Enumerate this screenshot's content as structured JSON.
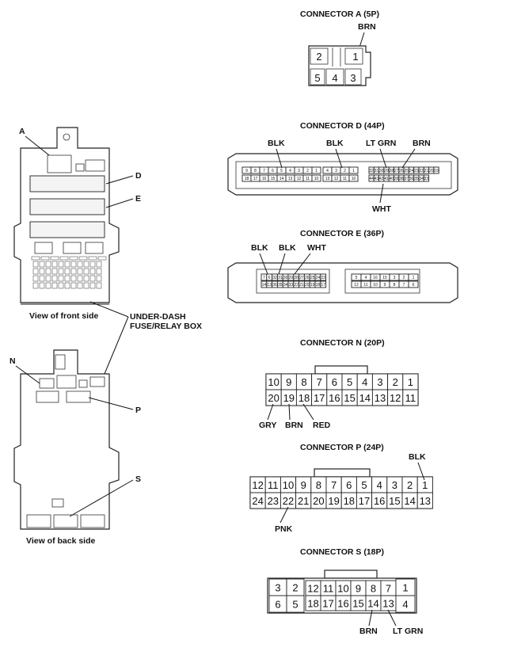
{
  "connector_a": {
    "title": "CONNECTOR A (5P)",
    "wire": "BRN",
    "pins": [
      "1",
      "2",
      "3",
      "4",
      "5"
    ]
  },
  "connector_d": {
    "title": "CONNECTOR D (44P)",
    "wires": {
      "blk1": "BLK",
      "blk2": "BLK",
      "ltgrn": "LT GRN",
      "brn": "BRN",
      "wht": "WHT"
    },
    "groups": [
      {
        "top": [
          "9",
          "8",
          "7",
          "6",
          "5",
          "4",
          "3",
          "2",
          "1"
        ],
        "bottom": [
          "18",
          "17",
          "16",
          "15",
          "14",
          "13",
          "12",
          "11",
          "10"
        ],
        "narrow": 3
      },
      {
        "top": [
          "4",
          "3",
          "2",
          "1"
        ],
        "bottom": [
          "13",
          "12",
          "11",
          "10"
        ],
        "narrow": 0
      },
      {
        "top": [
          "32",
          "31",
          "30",
          "29",
          "28",
          "27",
          "26",
          "25",
          "24",
          "23",
          "22",
          "21",
          "20",
          "19"
        ],
        "bottom": [
          "44",
          "43",
          "42",
          "41",
          "40",
          "39",
          "38",
          "37",
          "36",
          "35",
          "34",
          "33"
        ],
        "narrow": 0
      }
    ]
  },
  "connector_e": {
    "title": "CONNECTOR E (36P)",
    "wires": {
      "blk1": "BLK",
      "blk2": "BLK",
      "wht": "WHT"
    }
  },
  "connector_n": {
    "title": "CONNECTOR N (20P)",
    "top": [
      "10",
      "9",
      "8",
      "7",
      "6",
      "5",
      "4",
      "3",
      "2",
      "1"
    ],
    "bottom": [
      "20",
      "19",
      "18",
      "17",
      "16",
      "15",
      "14",
      "13",
      "12",
      "11"
    ],
    "wires": {
      "gry": "GRY",
      "brn": "BRN",
      "red": "RED"
    }
  },
  "connector_p": {
    "title": "CONNECTOR P (24P)",
    "top": [
      "12",
      "11",
      "10",
      "9",
      "8",
      "7",
      "6",
      "5",
      "4",
      "3",
      "2",
      "1"
    ],
    "bottom": [
      "24",
      "23",
      "22",
      "21",
      "20",
      "19",
      "18",
      "17",
      "16",
      "15",
      "14",
      "13"
    ],
    "wires": {
      "blk": "BLK",
      "pnk": "PNK"
    }
  },
  "connector_s": {
    "title": "CONNECTOR S (18P)",
    "left_top": [
      "3",
      "2"
    ],
    "left_bottom": [
      "6",
      "5"
    ],
    "mid_top": [
      "12",
      "11",
      "10",
      "9",
      "8",
      "7"
    ],
    "mid_bottom": [
      "18",
      "17",
      "16",
      "15",
      "14",
      "13"
    ],
    "right_top": "1",
    "right_bottom": "4",
    "wires": {
      "brn": "BRN",
      "ltgrn": "LT GRN"
    }
  },
  "fuse_box": {
    "labels": {
      "a": "A",
      "d": "D",
      "e": "E",
      "n": "N",
      "p": "P",
      "s": "S"
    },
    "front_caption": "View of front side",
    "back_caption": "View of back side",
    "name_line1": "UNDER-DASH",
    "name_line2": "FUSE/RELAY BOX"
  }
}
